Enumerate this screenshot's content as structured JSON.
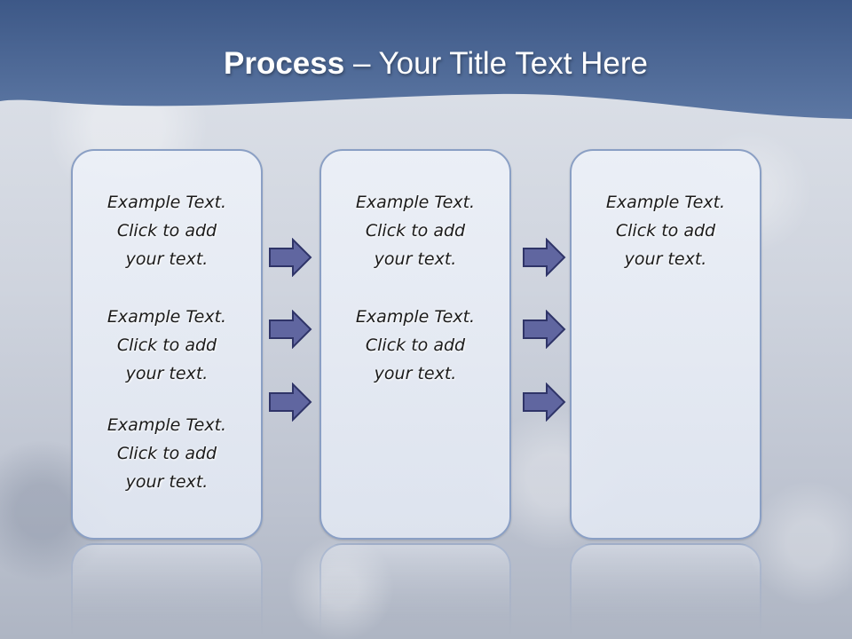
{
  "slide": {
    "title_bold": "Process",
    "title_rest": " – Your Title Text Here",
    "colors": {
      "header": "#4e6a95",
      "panel_border": "#8a9fc4",
      "arrow_fill": "#6066a0",
      "arrow_stroke": "#2f3468"
    }
  },
  "diagram": {
    "panels": [
      {
        "blocks": [
          {
            "line1": "Example Text.",
            "line2": "Click  to add",
            "line3": "your text."
          },
          {
            "line1": "Example Text.",
            "line2": "Click  to add",
            "line3": "your text."
          },
          {
            "line1": "Example Text.",
            "line2": "Click  to add",
            "line3": "your text."
          }
        ]
      },
      {
        "blocks": [
          {
            "line1": "Example Text.",
            "line2": "Click  to add",
            "line3": "your text."
          },
          {
            "line1": "Example Text.",
            "line2": "Click  to add",
            "line3": "your text."
          }
        ]
      },
      {
        "blocks": [
          {
            "line1": "Example Text.",
            "line2": "Click  to add",
            "line3": "your text."
          }
        ]
      }
    ],
    "arrow_icon": "right-arrow-icon"
  }
}
